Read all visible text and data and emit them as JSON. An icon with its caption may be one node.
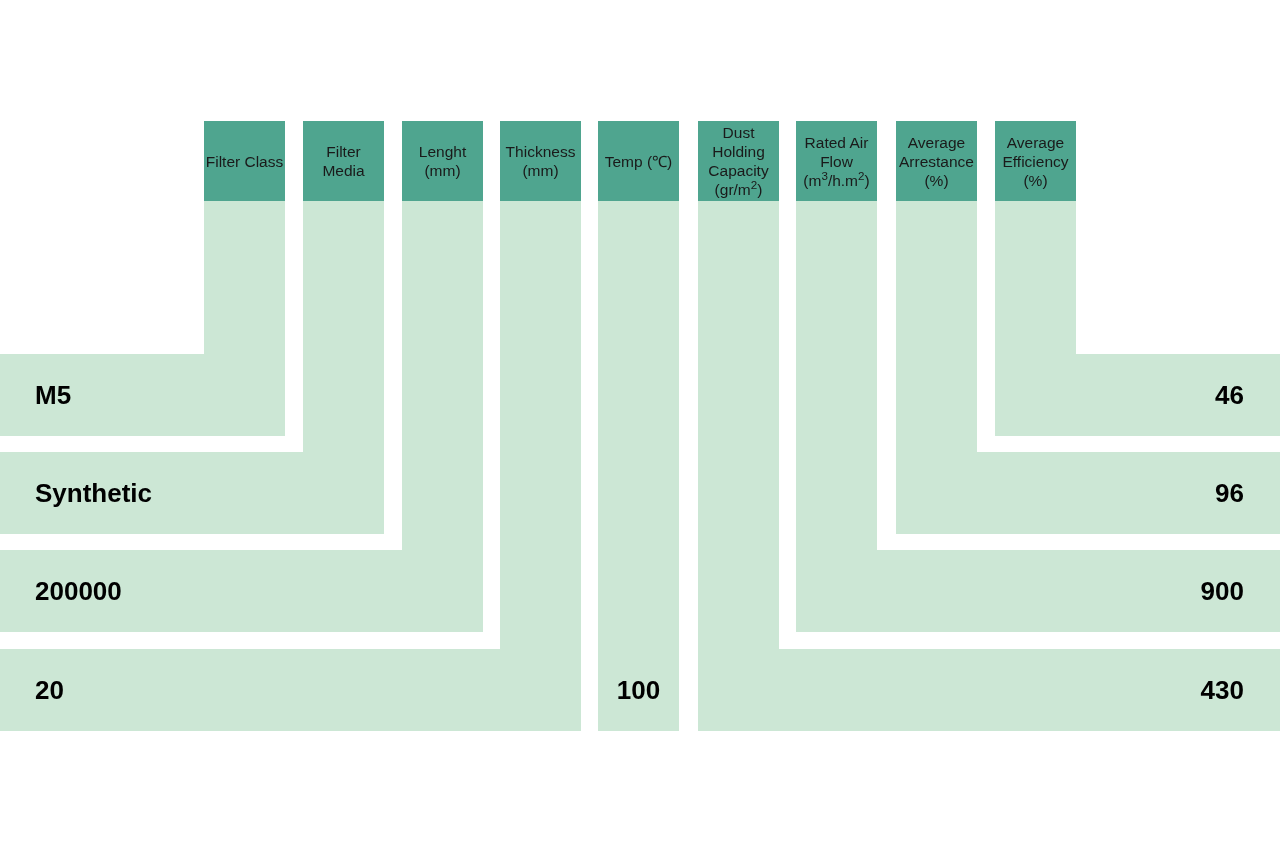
{
  "diagram": {
    "nodes": [
      {
        "text": [
          "Filter Class"
        ]
      },
      {
        "text": [
          "Filter Media"
        ]
      },
      {
        "text": [
          "Lenght (mm)"
        ]
      },
      {
        "text": [
          "Thickness (mm)"
        ]
      },
      {
        "text": [
          "Temp (℃)",
          "100"
        ]
      },
      {
        "text": [
          "Dust Holding Capacity (gr/m$^{2}$)"
        ]
      },
      {
        "text": [
          "Rated Air Flow (m$^{3}$/h.m$^{2}$)"
        ]
      },
      {
        "text": [
          "Average Arrestance (%)"
        ]
      },
      {
        "text": [
          "Average Efficiency (%)"
        ]
      },
      {
        "text": [
          "M5"
        ]
      },
      {
        "text": [
          "46"
        ]
      },
      {
        "text": [
          "Synthetic"
        ]
      },
      {
        "text": [
          "96"
        ]
      },
      {
        "text": [
          "200000"
        ]
      },
      {
        "text": [
          "900"
        ]
      },
      {
        "text": [
          "20"
        ]
      },
      {
        "text": [
          "430"
        ]
      }
    ]
  }
}
